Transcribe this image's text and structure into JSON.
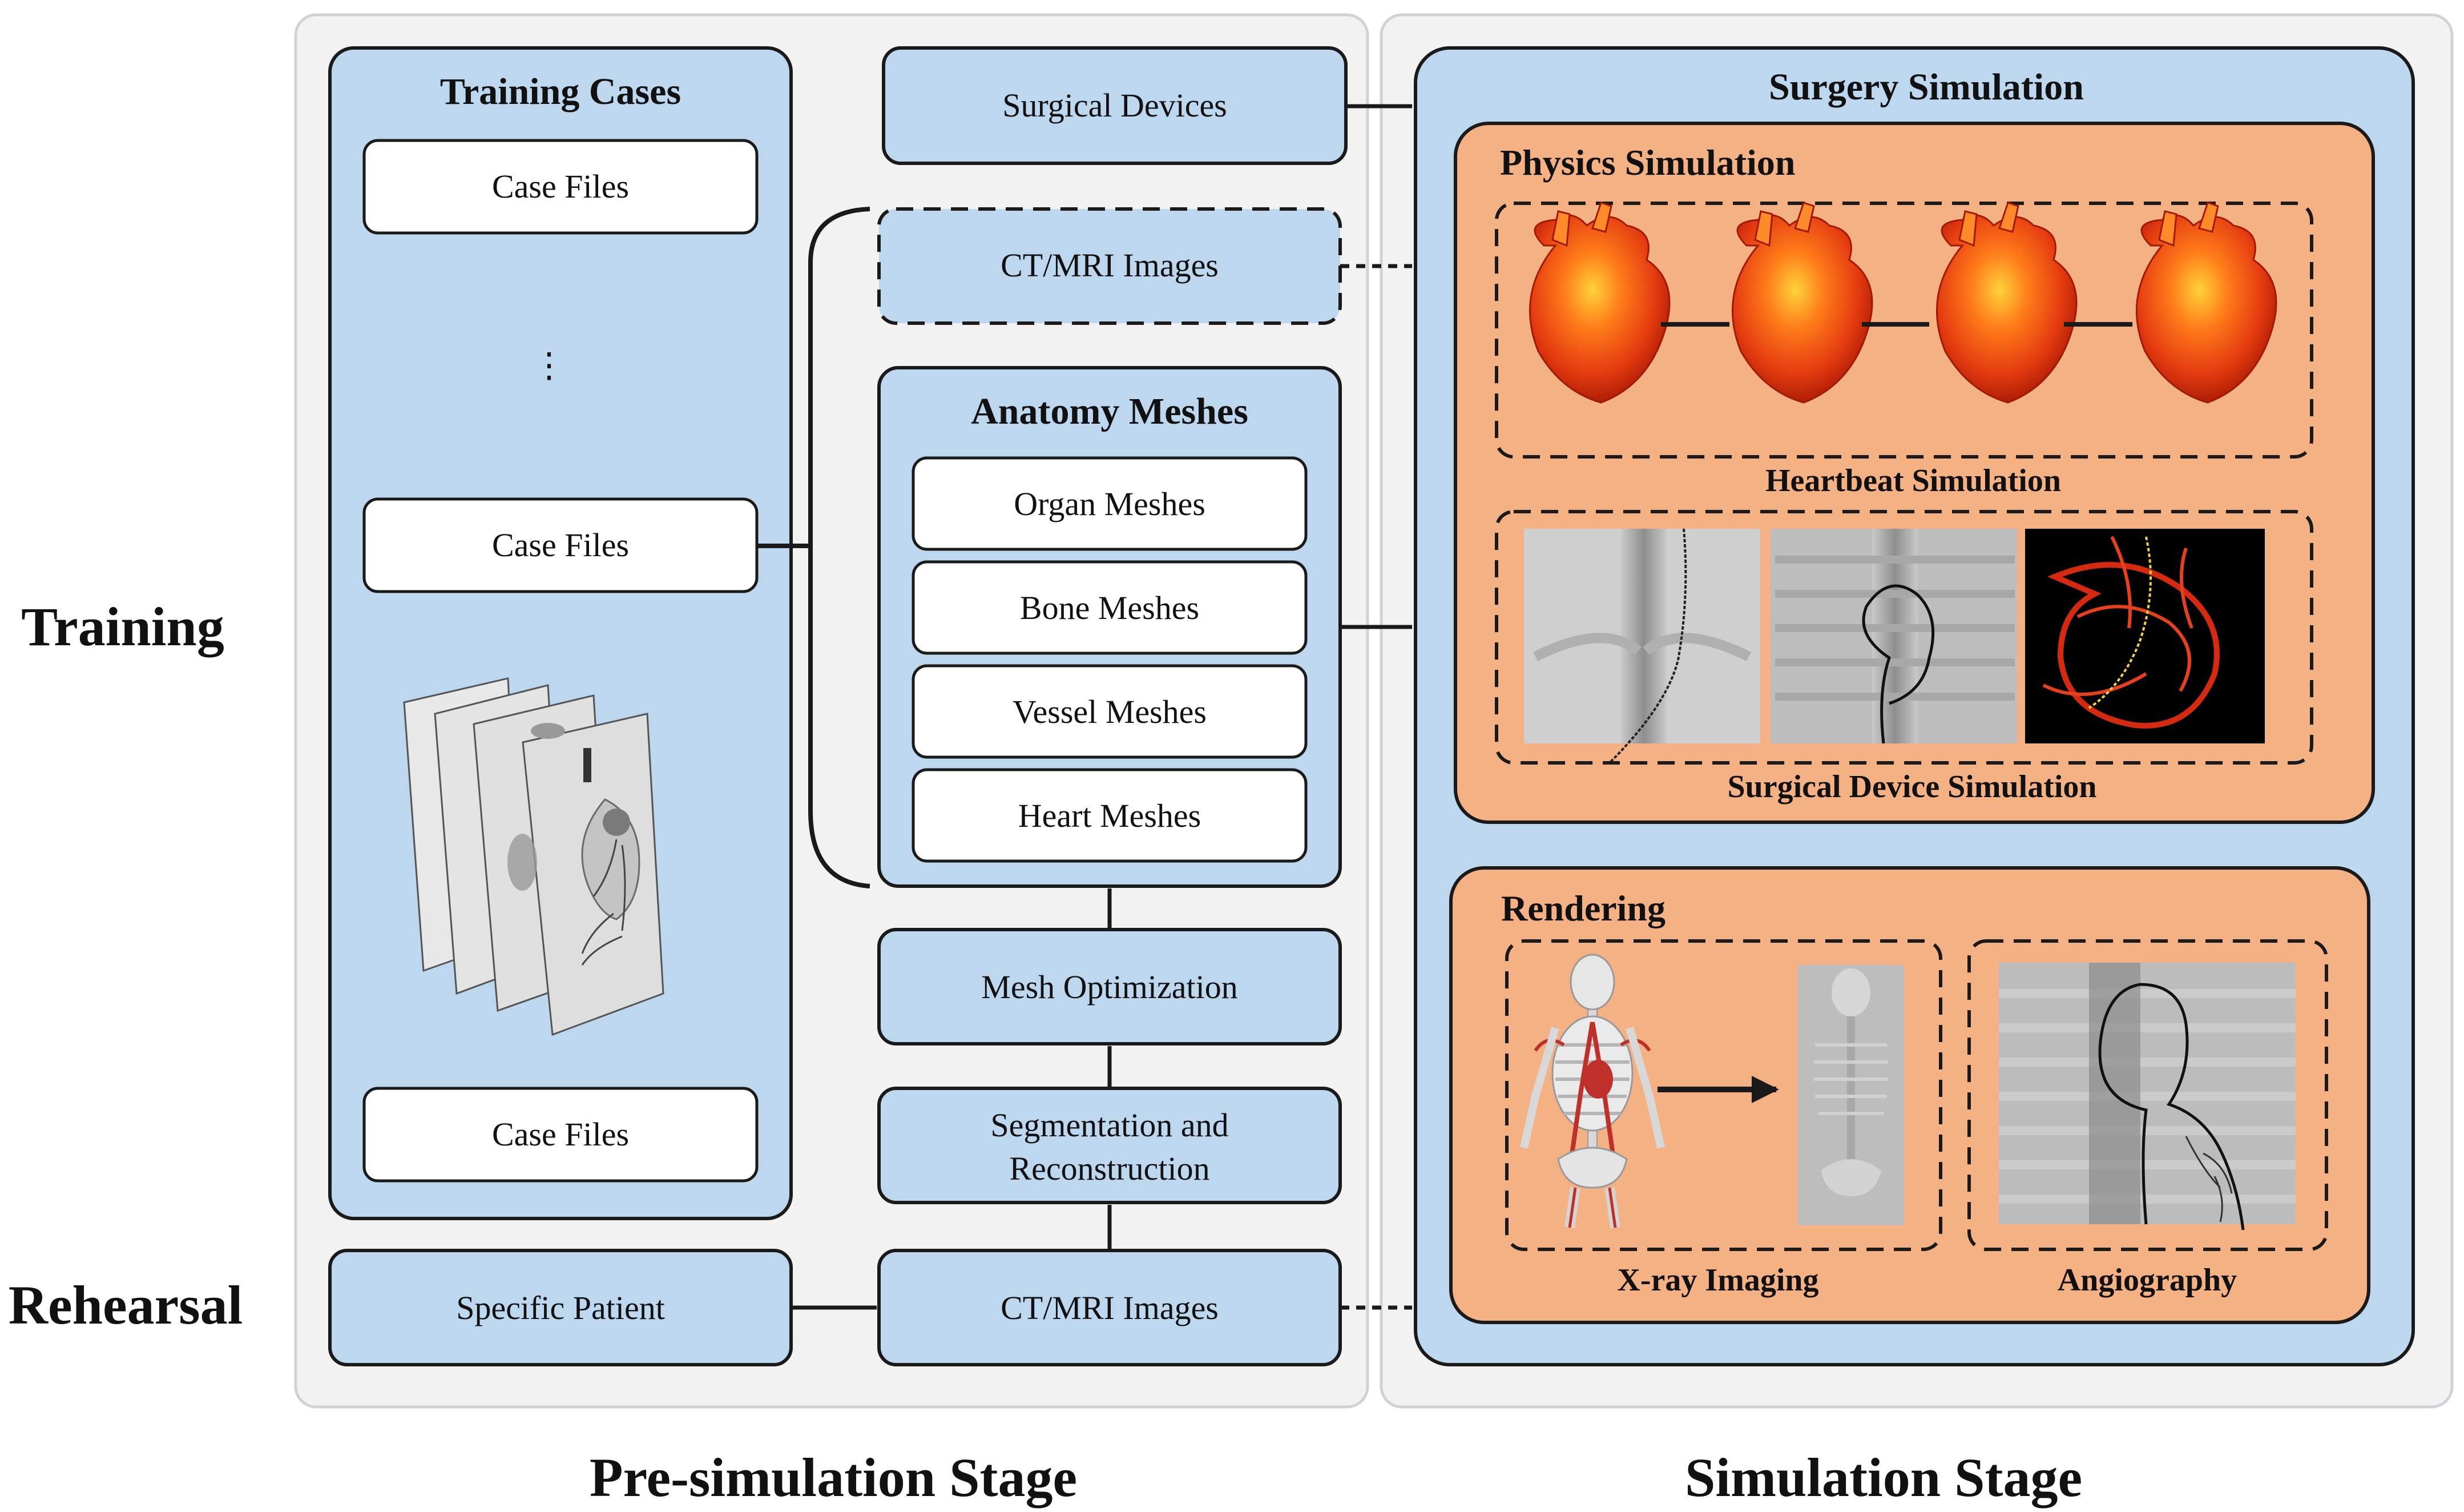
{
  "side_labels": {
    "training": "Training",
    "rehearsal": "Rehearsal"
  },
  "stage_labels": {
    "pre_simulation": "Pre-simulation Stage",
    "simulation": "Simulation Stage"
  },
  "training_cases": {
    "title": "Training Cases",
    "case_files": [
      "Case Files",
      "Case Files",
      "Case Files"
    ],
    "ellipsis": "⋮"
  },
  "specific_patient": "Specific Patient",
  "surgical_devices": "Surgical Devices",
  "ct_mri_training": "CT/MRI Images",
  "ct_mri_rehearsal": "CT/MRI Images",
  "anatomy_meshes": {
    "title": "Anatomy Meshes",
    "items": [
      "Organ Meshes",
      "Bone Meshes",
      "Vessel Meshes",
      "Heart Meshes"
    ]
  },
  "mesh_optimization": "Mesh Optimization",
  "segmentation": {
    "line1": "Segmentation and",
    "line2": "Reconstruction"
  },
  "surgery_simulation": {
    "title": "Surgery Simulation",
    "physics": {
      "title": "Physics Simulation",
      "heartbeat_caption": "Heartbeat Simulation",
      "device_caption": "Surgical Device Simulation"
    },
    "rendering": {
      "title": "Rendering",
      "xray_caption": "X-ray Imaging",
      "angiography_caption": "Angiography"
    }
  },
  "colors": {
    "blue_fill": "#bdd7ee",
    "orange_fill": "#f4b183",
    "panel_fill": "#f2f2f2",
    "panel_stroke": "#cfd3d8",
    "stroke": "#1a1a1a"
  }
}
